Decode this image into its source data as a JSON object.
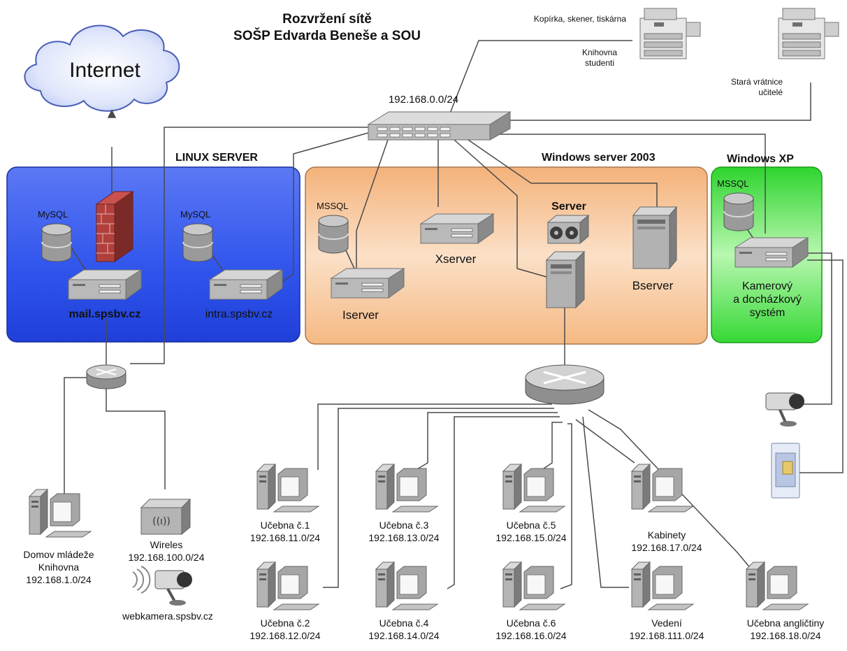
{
  "title": {
    "line1": "Rozvržení sítě",
    "line2": "SOŠP Edvarda Beneše a SOU"
  },
  "internet": "Internet",
  "switch_ip": "192.168.0.0/24",
  "printers": {
    "top_label": "Kopírka, skener, tiskárna",
    "library_label": [
      "Knihovna",
      "studenti"
    ],
    "gate_label": [
      "Stará vrátnice",
      "učitelé"
    ]
  },
  "zones": {
    "linux": "LINUX  SERVER",
    "windows2003": "Windows server 2003",
    "winxp": "Windows XP"
  },
  "linux_servers": [
    {
      "db": "MySQL",
      "name": "mail.spsbv.cz"
    },
    {
      "db": "MySQL",
      "name": "intra.spsbv.cz"
    }
  ],
  "win_servers": {
    "iserver_db": "MSSQL",
    "iserver": "Iserver",
    "xserver": "Xserver",
    "server": "Server",
    "bserver": "Bserver"
  },
  "camera_system": {
    "db": "MSSQL",
    "name": [
      "Kamerový",
      "a docházkový",
      "systém"
    ]
  },
  "left_nodes": [
    {
      "name": [
        "Domov mládeže",
        "Knihovna"
      ],
      "ip": "192.168.1.0/24"
    },
    {
      "name": [
        "Wireles"
      ],
      "ip": "192.168.100.0/24"
    },
    {
      "name": [
        "webkamera.spsbv.cz"
      ],
      "ip": ""
    }
  ],
  "labs": [
    {
      "name": "Učebna č.1",
      "ip": "192.168.11.0/24"
    },
    {
      "name": "Učebna č.3",
      "ip": "192.168.13.0/24"
    },
    {
      "name": "Učebna č.5",
      "ip": "192.168.15.0/24"
    },
    {
      "name": "Kabinety",
      "ip": "192.168.17.0/24"
    },
    {
      "name": "Učebna č.2",
      "ip": "192.168.12.0/24"
    },
    {
      "name": "Učebna č.4",
      "ip": "192.168.14.0/24"
    },
    {
      "name": "Učebna č.6",
      "ip": "192.168.16.0/24"
    },
    {
      "name": "Vedení",
      "ip": "192.168.111.0/24"
    },
    {
      "name": "Učebna angličtiny",
      "ip": "192.168.18.0/24"
    }
  ],
  "icons": [
    "cloud-icon",
    "firewall-icon",
    "database-icon",
    "server-icon",
    "tower-server-icon",
    "tape-drive-icon",
    "switch-icon",
    "router-icon",
    "workstation-icon",
    "printer-icon",
    "access-point-icon",
    "ip-camera-icon",
    "card-reader-icon"
  ],
  "colors": {
    "linux_zone": "#3a5ef0",
    "win2003_zone": "#f6c493",
    "winxp_zone": "#3fe03f"
  }
}
